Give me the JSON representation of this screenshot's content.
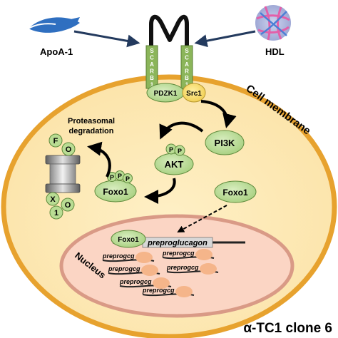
{
  "ligands": {
    "apoa1": "ApoA-1",
    "hdl": "HDL"
  },
  "receptor": {
    "letters": [
      "S",
      "C",
      "A",
      "R",
      "B",
      "1"
    ],
    "adaptor": "PDZK1",
    "kinase": "Src1"
  },
  "compartments": {
    "membrane": "Cell membrane",
    "nucleus": "Nucleus"
  },
  "cytoplasm": {
    "pi3k": "PI3K",
    "akt": "AKT",
    "akt_phospho": [
      "P",
      "P"
    ],
    "foxo1_phospho": "Foxo1",
    "foxo1_phospho_marks": [
      "P",
      "P",
      "P"
    ],
    "foxo1_free": "Foxo1",
    "proteasome_title": [
      "Proteasomal",
      "degradation"
    ],
    "fox_letters": [
      "F",
      "O",
      "X",
      "O",
      "1"
    ]
  },
  "nucleus": {
    "foxo1_bound": "Foxo1",
    "gene": "preproglucagon",
    "transcripts": [
      "preprogcg",
      "preprogcg",
      "preprogcg",
      "preprogcg",
      "preprogcg",
      "preprogcg"
    ]
  },
  "caption": "α-TC1 clone 6",
  "colors": {
    "cell_fill": "#FCE3A8",
    "cell_edge": "#E7A22E",
    "nucleus_fill": "#FBD5C4",
    "nucleus_edge": "#D99A86",
    "protein": "#B9DC93",
    "protein_edge": "#5E8A3C",
    "src1": "#F6D864",
    "receptor": "#8BB55A",
    "blob": "#F5B58A",
    "arrow": "#233A5E"
  }
}
